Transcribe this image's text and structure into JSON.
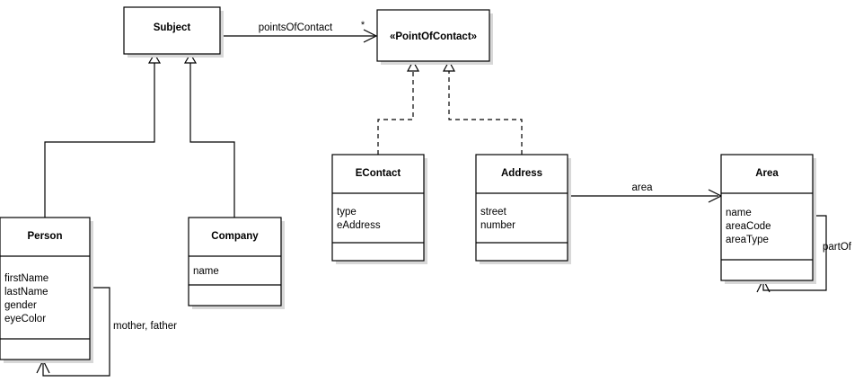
{
  "diagram": {
    "kind": "uml-class-diagram",
    "background_color": "#ffffff",
    "line_color": "#000000",
    "shadow_color": "#d8d8d8"
  },
  "classes": [
    {
      "id": "subject",
      "name": "Subject",
      "attributes": [],
      "has_attribute_compartment": false,
      "has_operation_compartment": false
    },
    {
      "id": "pointofcontact",
      "name": "«PointOfContact»",
      "attributes": [],
      "has_attribute_compartment": false,
      "has_operation_compartment": false
    },
    {
      "id": "person",
      "name": "Person",
      "attributes": [
        "firstName",
        "lastName",
        "gender",
        "eyeColor"
      ],
      "has_attribute_compartment": true,
      "has_operation_compartment": true
    },
    {
      "id": "company",
      "name": "Company",
      "attributes": [
        "name"
      ],
      "has_attribute_compartment": true,
      "has_operation_compartment": true
    },
    {
      "id": "econtact",
      "name": "EContact",
      "attributes": [
        "type",
        "eAddress"
      ],
      "has_attribute_compartment": true,
      "has_operation_compartment": true
    },
    {
      "id": "address",
      "name": "Address",
      "attributes": [
        "street",
        "number"
      ],
      "has_attribute_compartment": true,
      "has_operation_compartment": true
    },
    {
      "id": "area",
      "name": "Area",
      "attributes": [
        "name",
        "areaCode",
        "areaType"
      ],
      "has_attribute_compartment": true,
      "has_operation_compartment": true
    }
  ],
  "relationships": [
    {
      "id": "subject-pointsofcontact",
      "type": "association",
      "from": "Subject",
      "to": "«PointOfContact»",
      "label": "pointsOfContact",
      "target_multiplicity": "*"
    },
    {
      "id": "person-subject",
      "type": "generalization",
      "from": "Person",
      "to": "Subject",
      "label": ""
    },
    {
      "id": "company-subject",
      "type": "generalization",
      "from": "Company",
      "to": "Subject",
      "label": ""
    },
    {
      "id": "econtact-pointofcontact",
      "type": "realization",
      "from": "EContact",
      "to": "«PointOfContact»",
      "label": ""
    },
    {
      "id": "address-pointofcontact",
      "type": "realization",
      "from": "Address",
      "to": "«PointOfContact»",
      "label": ""
    },
    {
      "id": "address-area",
      "type": "association",
      "from": "Address",
      "to": "Area",
      "label": "area"
    },
    {
      "id": "person-person",
      "type": "association",
      "from": "Person",
      "to": "Person",
      "label": "mother, father"
    },
    {
      "id": "area-area",
      "type": "association",
      "from": "Area",
      "to": "Area",
      "label": "partOf"
    }
  ],
  "labels": {
    "subject": "Subject",
    "pointofcontact": "«PointOfContact»",
    "person": "Person",
    "company": "Company",
    "econtact": "EContact",
    "address": "Address",
    "area": "Area",
    "person_attr_0": "firstName",
    "person_attr_1": "lastName",
    "person_attr_2": "gender",
    "person_attr_3": "eyeColor",
    "company_attr_0": "name",
    "econtact_attr_0": "type",
    "econtact_attr_1": "eAddress",
    "address_attr_0": "street",
    "address_attr_1": "number",
    "area_attr_0": "name",
    "area_attr_1": "areaCode",
    "area_attr_2": "areaType",
    "edge_pointsofcontact": "pointsOfContact",
    "edge_multiplicity_star": "*",
    "edge_area": "area",
    "edge_mother_father": "mother, father",
    "edge_partof": "partOf"
  }
}
